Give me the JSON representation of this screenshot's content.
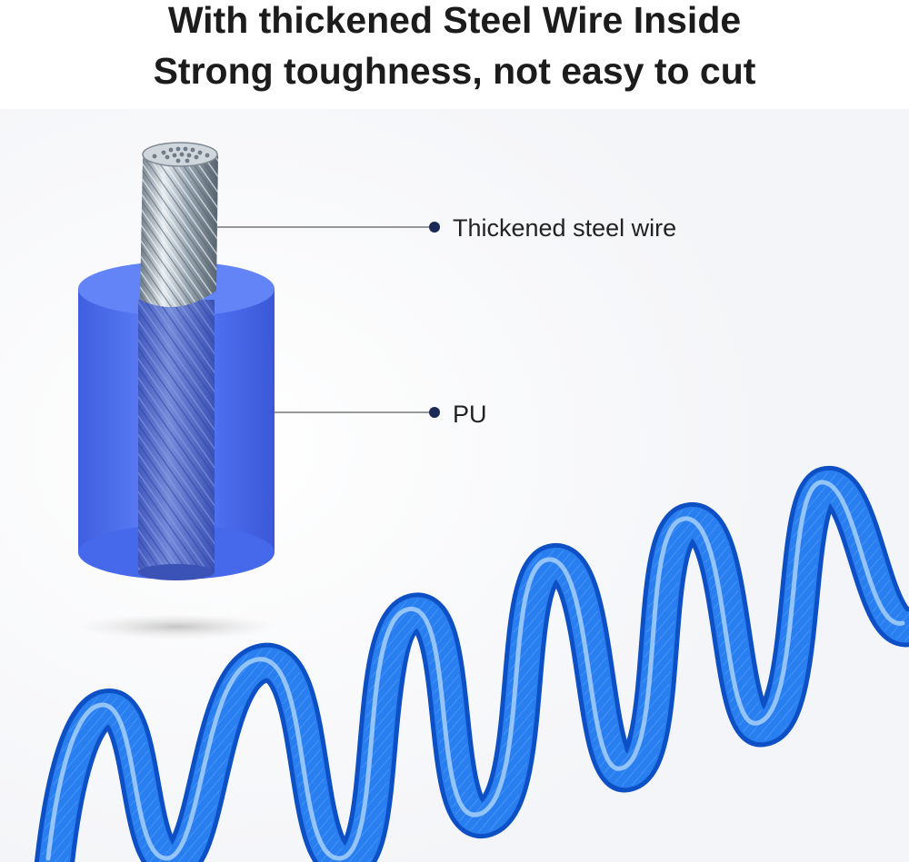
{
  "headline": {
    "line1": "With thickened Steel Wire Inside",
    "line2": "Strong toughness, not easy to cut"
  },
  "callouts": [
    {
      "label": "Thickened steel wire"
    },
    {
      "label": "PU"
    }
  ],
  "colors": {
    "pu_blue": "#4a6ff0",
    "cable_blue": "#1f6fe8",
    "steel": "#b8c4cc",
    "marker": "#1a2a55"
  }
}
